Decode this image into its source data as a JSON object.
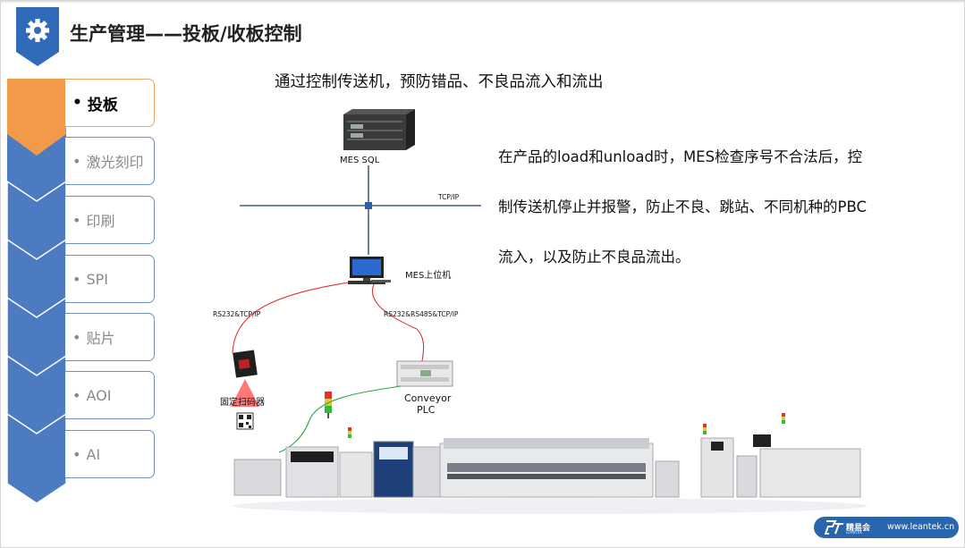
{
  "header": {
    "title": "生产管理——投板/收板控制",
    "icon": "gear-icon",
    "accent_color": "#2f6bb8"
  },
  "nav": {
    "active_color": "#f29a4a",
    "inactive_color": "#4c7bc2",
    "items": [
      {
        "bullet": "•",
        "label": "投板",
        "active": true
      },
      {
        "bullet": "•",
        "label": "激光刻印",
        "active": false
      },
      {
        "bullet": "•",
        "label": "印刷",
        "active": false
      },
      {
        "bullet": "•",
        "label": "SPI",
        "active": false
      },
      {
        "bullet": "•",
        "label": "贴片",
        "active": false
      },
      {
        "bullet": "•",
        "label": "AOI",
        "active": false
      },
      {
        "bullet": "•",
        "label": "AI",
        "active": false
      }
    ]
  },
  "content": {
    "subtitle": "通过控制传送机，预防错品、不良品流入和流出",
    "description_lines": [
      "在产品的load和unload时，MES检查序号不合法后，控",
      "制传送机停止并报警，防止不良、跳站、不同机种的PBC",
      "流入，以及防止不良品流出。"
    ]
  },
  "diagram": {
    "server_label": "MES SQL",
    "network_label": "TCP/IP",
    "pc_label": "MES上位机",
    "link_left_label": "RS232&TCP/IP",
    "link_right_label": "RS232&RS485&TCP/IP",
    "scanner_label": "固定扫码器",
    "plc_label_1": "Conveyor",
    "plc_label_2": "PLC",
    "link_color": "#e03030",
    "plc_link_color": "#2aa84a"
  },
  "logo": {
    "brand": "精易会",
    "sub": "LEANTEK",
    "url": "www.leantek.cn"
  }
}
